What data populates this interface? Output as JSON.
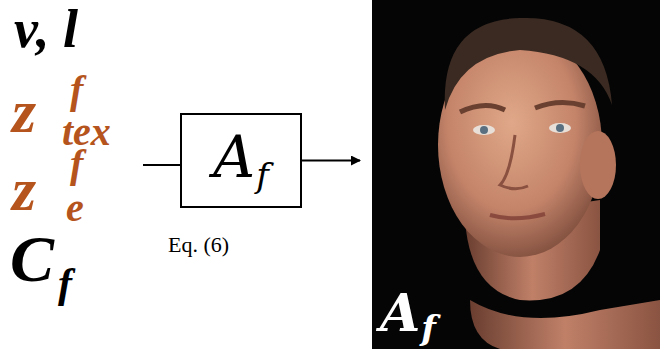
{
  "diagram": {
    "nodes": [
      {
        "text": [
          "A",
          "f"
        ]
      },
      {
        "text": [
          "A",
          "f"
        ]
      }
    ],
    "edges": [
      {
        "from": 0,
        "to": 1,
        "arrow": "to"
      }
    ],
    "labels": [
      "v, l",
      "z",
      "f",
      "tex",
      "z",
      "f",
      "e",
      "C",
      "f",
      "Eq. (6)"
    ]
  }
}
